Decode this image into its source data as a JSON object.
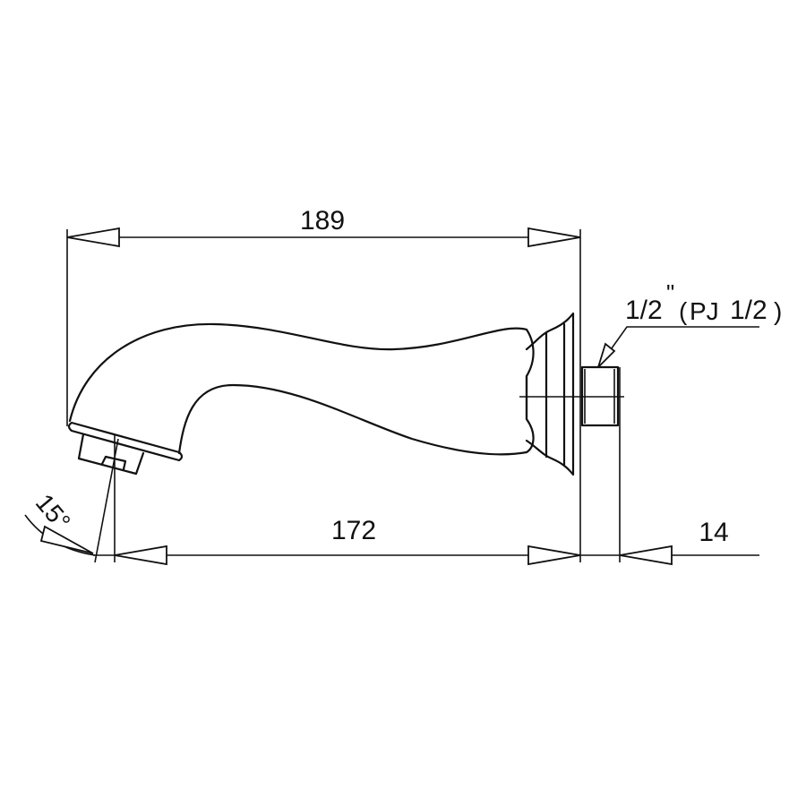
{
  "drawing": {
    "title": "Bath spout dimension drawing",
    "dimensions": {
      "overall_length": "189",
      "projection_length": "172",
      "thread_length": "14",
      "outlet_angle": "15°"
    },
    "thread_spec": {
      "fraction_1": "1/2",
      "inch_mark": "\"",
      "open_paren": "(",
      "standard": "PJ",
      "fraction_2": "1/2",
      "close_paren": ")"
    },
    "colors": {
      "line": "#111111",
      "background": "#ffffff"
    }
  }
}
